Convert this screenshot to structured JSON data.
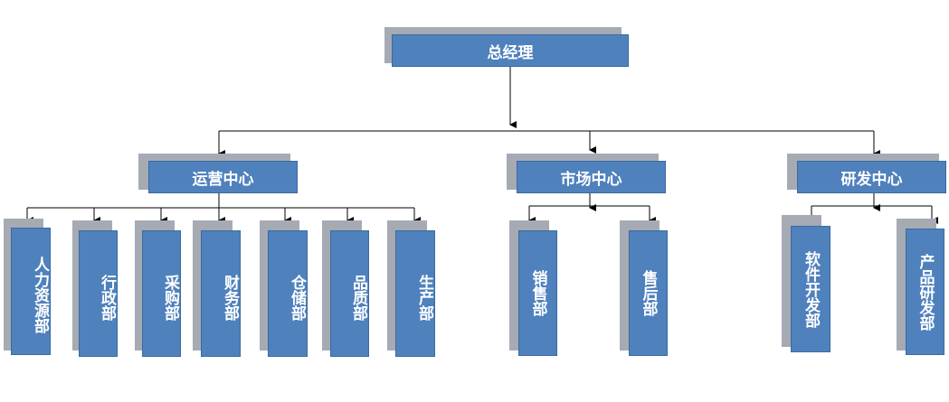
{
  "root": {
    "label": "总经理"
  },
  "centers": [
    {
      "label": "运营中心",
      "departments": [
        "人力资源部",
        "行政部",
        "采购部",
        "财务部",
        "仓储部",
        "品质部",
        "生产部"
      ]
    },
    {
      "label": "市场中心",
      "departments": [
        "销售部",
        "售后部"
      ]
    },
    {
      "label": "研发中心",
      "departments": [
        "软件开发部",
        "产品研发部"
      ]
    }
  ],
  "colors": {
    "box": "#4f81bd",
    "shadow": "#a6aab3",
    "line": "#000000",
    "text": "#ffffff"
  }
}
